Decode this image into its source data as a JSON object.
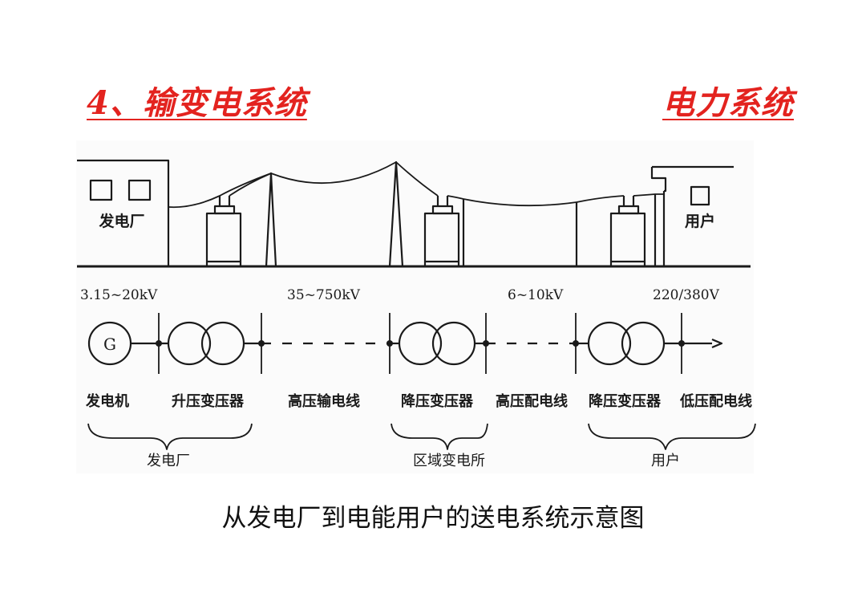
{
  "title_left": "4、输变电系统",
  "title_right": "电力系统",
  "building_labels": {
    "plant": "发电厂",
    "user": "用户"
  },
  "voltages": [
    "3.15~20kV",
    "35~750kV",
    "6~10kV",
    "220/380V"
  ],
  "generator_symbol": "G",
  "components": [
    "发电机",
    "升压变压器",
    "高压输电线",
    "降压变压器",
    "高压配电线",
    "降压变压器",
    "低压配电线"
  ],
  "groups": [
    "发电厂",
    "区域变电所",
    "用户"
  ],
  "caption": "从发电厂到电能用户的送电系统示意图",
  "colors": {
    "title": "#e3231f",
    "line": "#1a1a1a"
  }
}
